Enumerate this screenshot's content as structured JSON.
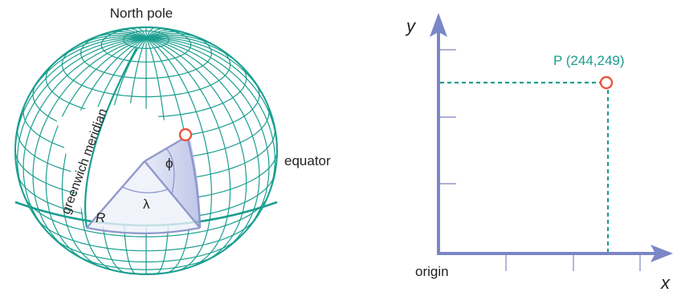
{
  "globe": {
    "north_pole_label": "North pole",
    "equator_label": "equator",
    "meridian_label": "greenwich meridian",
    "radius_label": "R",
    "longitude_label": "λ",
    "latitude_label": "ϕ"
  },
  "plane": {
    "y_axis_label": "y",
    "x_axis_label": "x",
    "origin_label": "origin",
    "point_label": "P (244,249)"
  },
  "colors": {
    "grid": "#1a9e8f",
    "axis": "#7b86c7",
    "wedge": "#8f99cc",
    "marker": "#e8553f",
    "text": "#222222",
    "point_label": "#1a9e8f"
  }
}
